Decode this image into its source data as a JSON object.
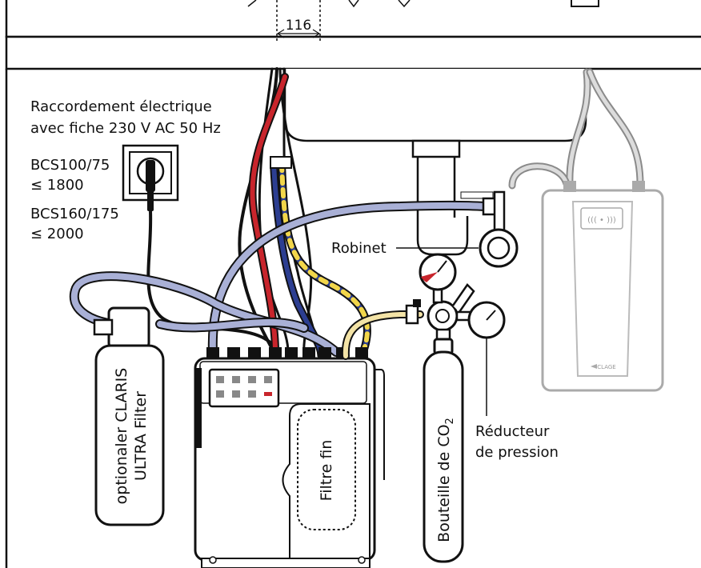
{
  "dimension": {
    "value": "116"
  },
  "power": {
    "line1": "Raccordement électrique",
    "line2": "avec fiche 230 V AC 50 Hz"
  },
  "models": [
    {
      "name": "BCS100/75",
      "value": "≤ 1800"
    },
    {
      "name": "BCS160/175",
      "value": "≤ 2000"
    }
  ],
  "labels": {
    "tap": "Robinet",
    "reducer_line1": "Réducteur",
    "reducer_line2": "de pression",
    "filter_line1": "optionaler CLARIS",
    "filter_line2": "ULTRA Filter",
    "fine_filter": "Filtre fin",
    "co2_prefix": "Bouteille de CO",
    "co2_sub": "2"
  },
  "heater": {
    "brand": "CLAGE",
    "display": "((( • )))"
  },
  "colors": {
    "lilac": "#a9b0d6",
    "red": "#c8252c",
    "blue": "#2c3e91",
    "yellow": "#f2d64a",
    "cream": "#f3e3a6",
    "gray": "#bdbdbd",
    "dark": "#111111"
  }
}
